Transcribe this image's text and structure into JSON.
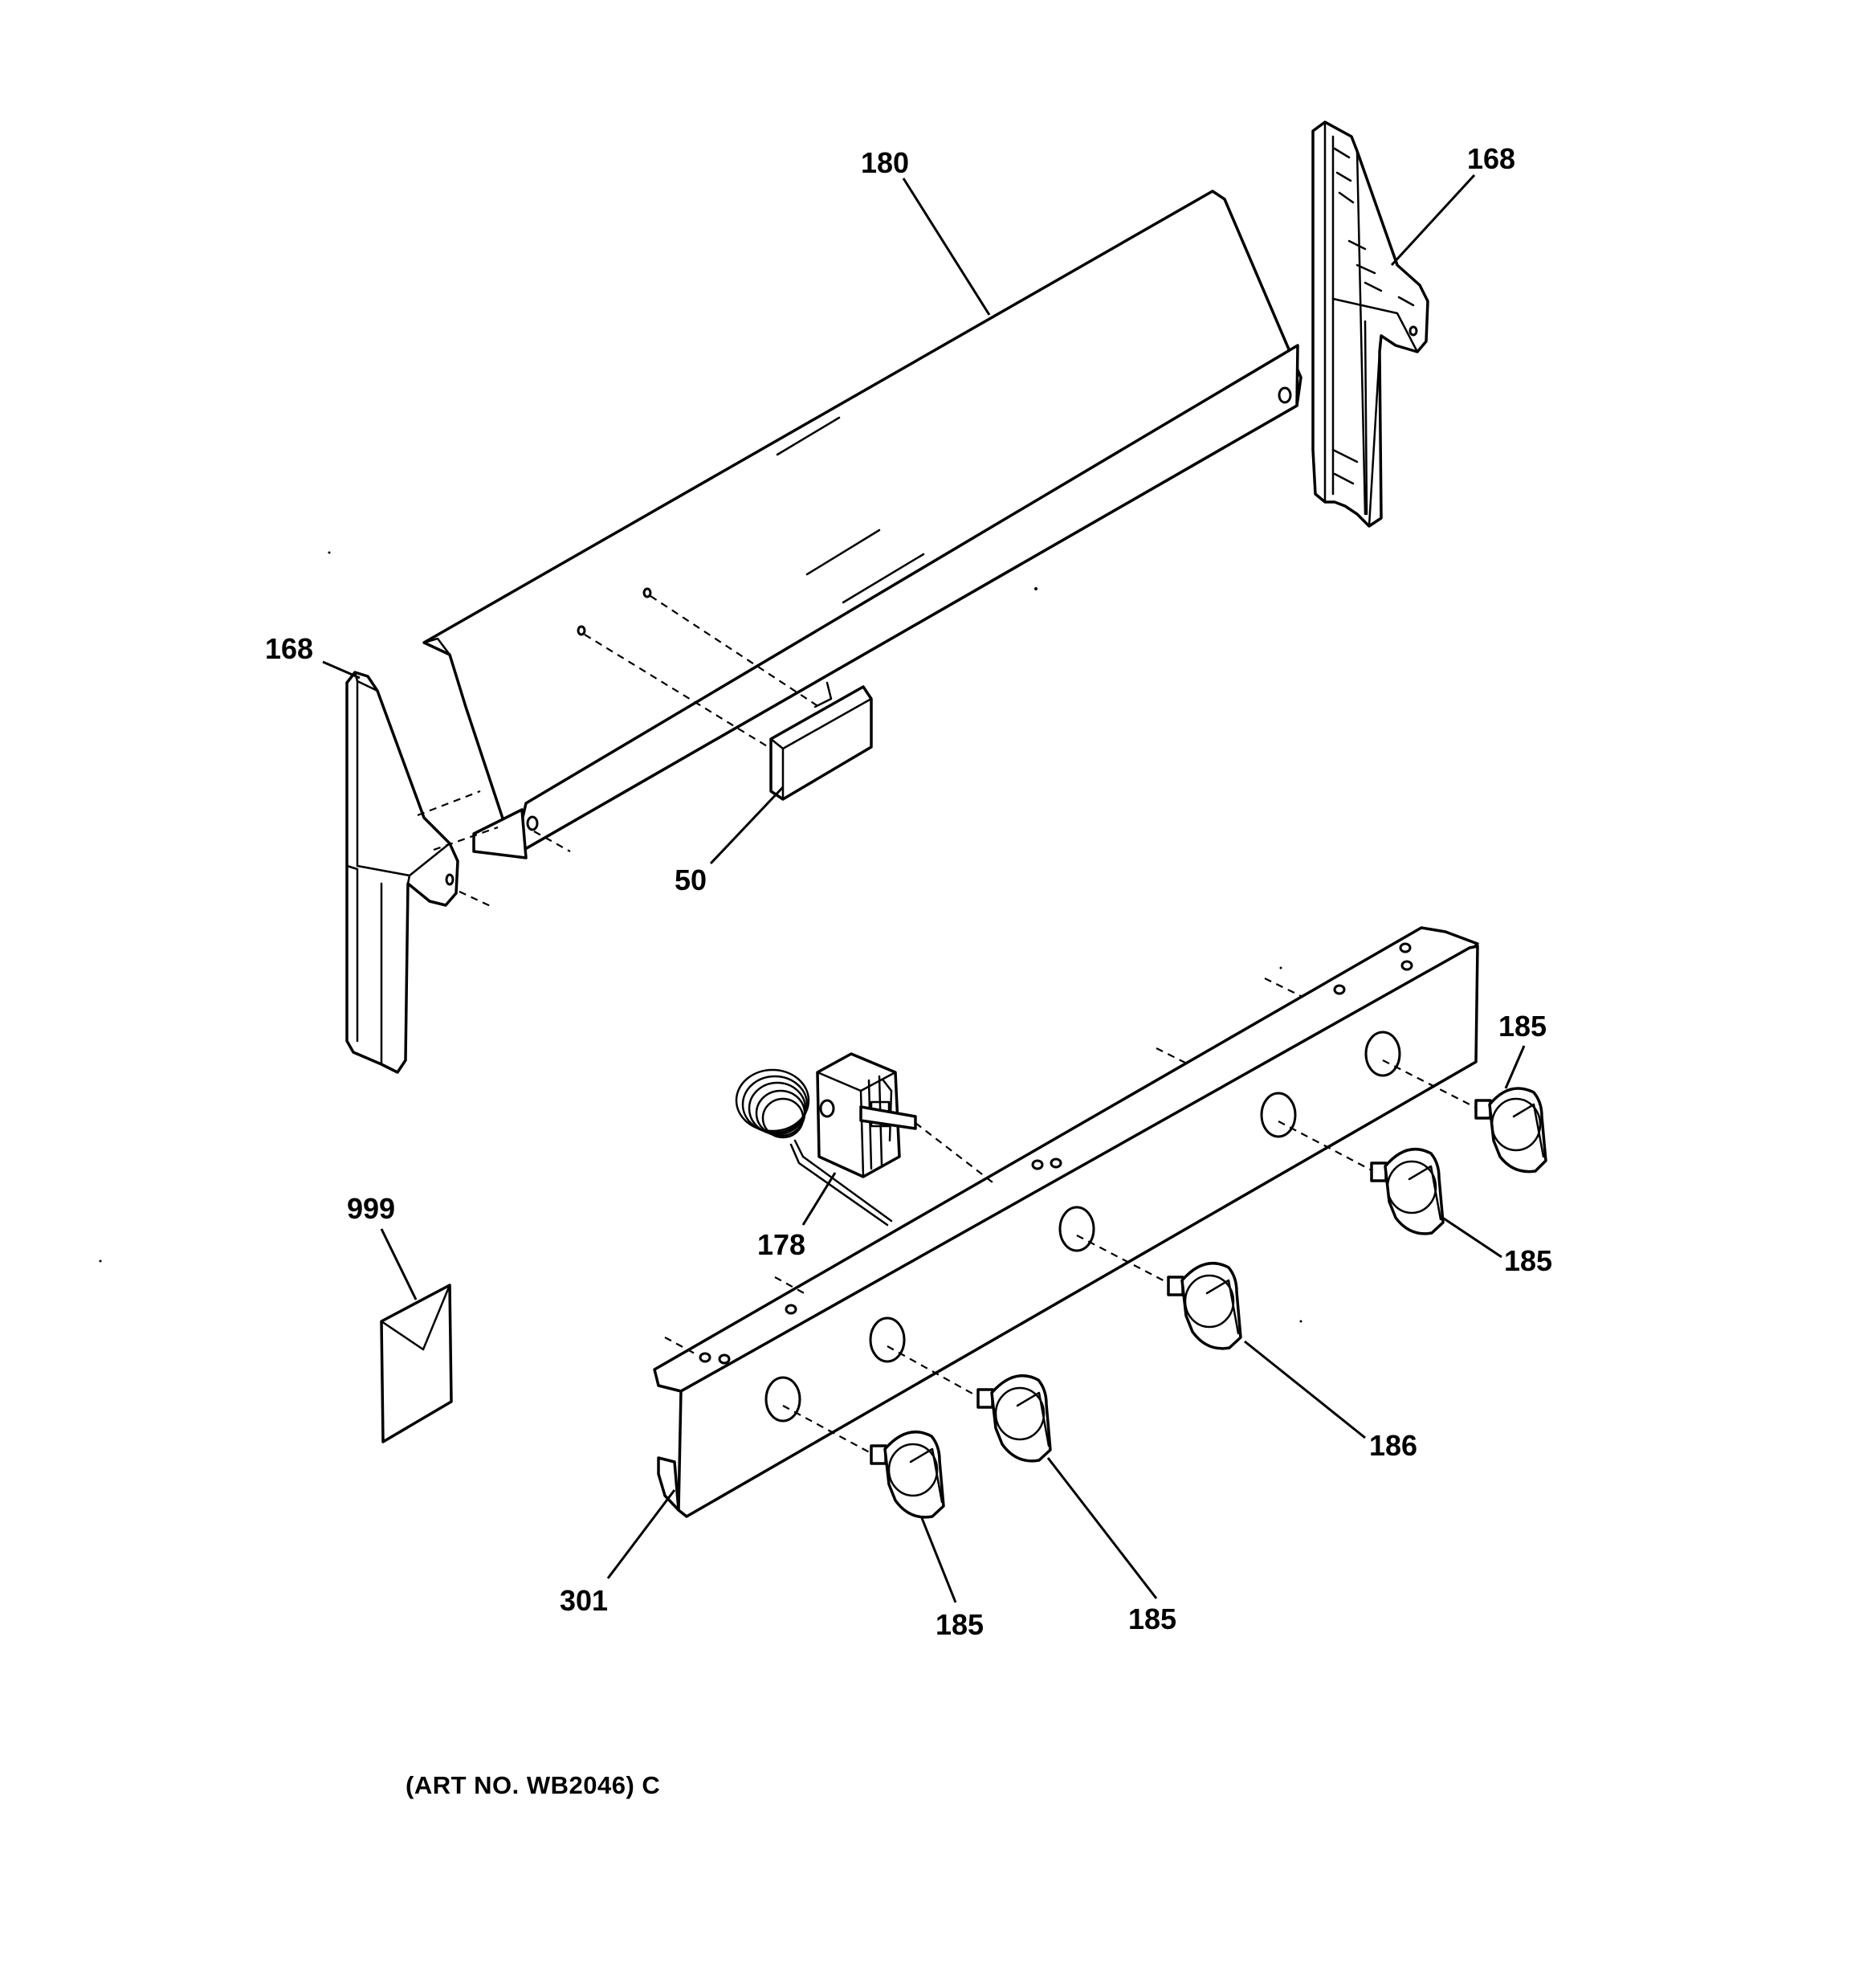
{
  "callouts": {
    "top_panel": "180",
    "end_cap_right": "168",
    "end_cap_left": "168",
    "clip": "50",
    "knob_top_right": "185",
    "knob_right": "185",
    "thermostat": "178",
    "literature": "999",
    "knob_center": "186",
    "bracket": "301",
    "knob_bottom_left": "185",
    "knob_bottom_center": "185"
  },
  "footer": {
    "art_number": "(ART NO. WB2046) C"
  }
}
